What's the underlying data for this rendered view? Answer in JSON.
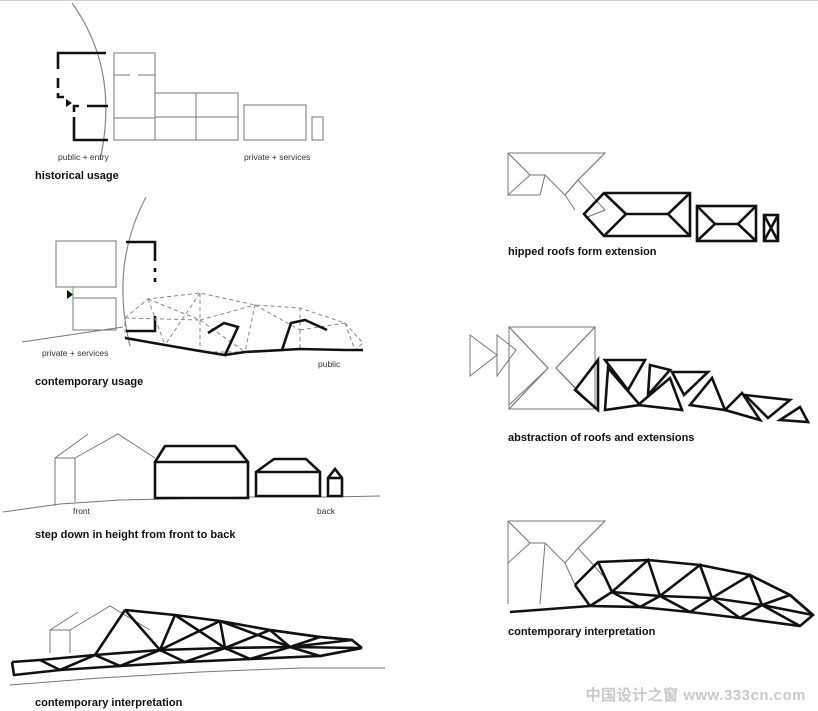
{
  "captions": {
    "historical_usage": "historical usage",
    "contemporary_usage": "contemporary usage",
    "step_down": "step down in height from front to back",
    "contemporary_interpretation_left": "contemporary interpretation",
    "hipped_roofs": "hipped roofs form extension",
    "abstraction": "abstraction of roofs and extensions",
    "contemporary_interpretation_right": "contemporary interpretation"
  },
  "labels": {
    "public_entry": "public + entry",
    "private_services_top": "private + services",
    "private_services_mid": "private + services",
    "public": "public",
    "front": "front",
    "back": "back"
  },
  "watermark": "中国设计之窗 www.333cn.com"
}
